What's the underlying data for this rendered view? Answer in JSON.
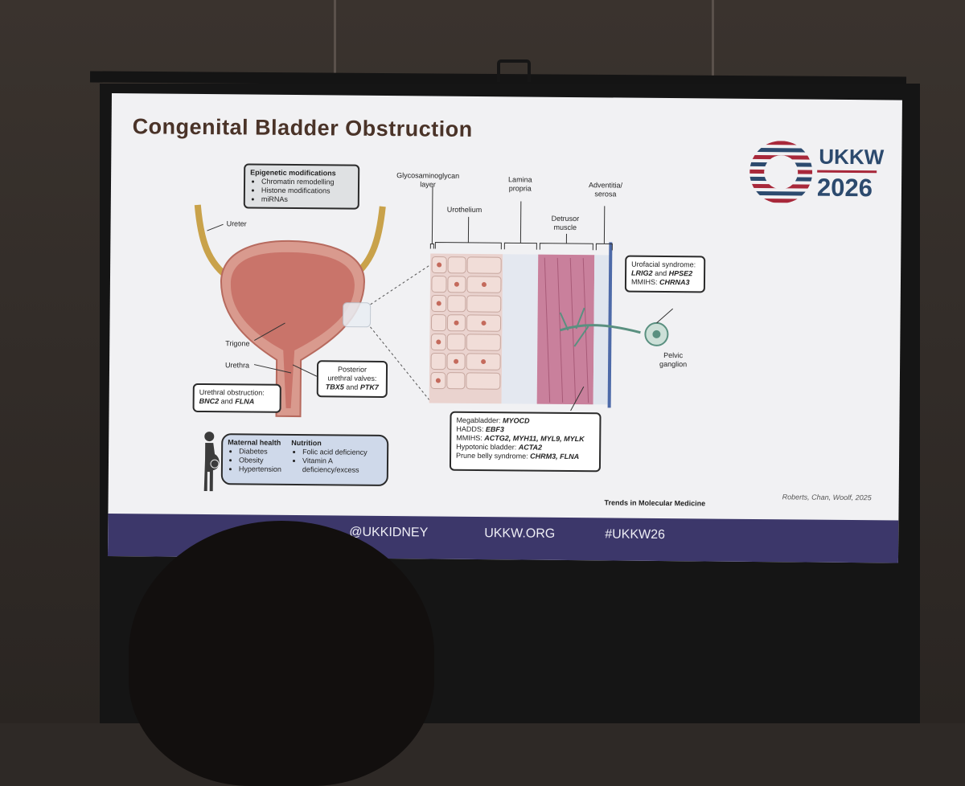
{
  "slide": {
    "title": "Congenital Bladder Obstruction",
    "logo": {
      "top": "UKKW",
      "bottom": "2026"
    },
    "epigenetic": {
      "heading": "Epigenetic modifications",
      "items": [
        "Chromatin remodelling",
        "Histone modifications",
        "miRNAs"
      ]
    },
    "anatomy_labels": {
      "ureter": "Ureter",
      "trigone": "Trigone",
      "urethra": "Urethra"
    },
    "posterior_valves": {
      "line1": "Posterior",
      "line2": "urethral valves:",
      "genes": "TBX5",
      "and": "and",
      "genes2": "PTK7"
    },
    "urethral_obstruction": {
      "line1": "Urethral obstruction:",
      "gene1": "BNC2",
      "and": "and",
      "gene2": "FLNA"
    },
    "maternal": {
      "heading1": "Maternal health",
      "items1": [
        "Diabetes",
        "Obesity",
        "Hypertension"
      ],
      "heading2": "Nutrition",
      "items2": [
        "Folic acid deficiency",
        "Vitamin A deficiency/excess"
      ]
    },
    "layer_labels": {
      "gag": [
        "Glycosaminoglycan",
        "layer"
      ],
      "urothelium": "Urothelium",
      "lamina": [
        "Lamina",
        "propria"
      ],
      "detrusor": [
        "Detrusor",
        "muscle"
      ],
      "adventitia": [
        "Adventitia/",
        "serosa"
      ]
    },
    "urofacial": {
      "line1": "Urofacial syndrome:",
      "gene1": "LRIG2",
      "and": "and",
      "gene2": "HPSE2",
      "line3_label": "MMIHS:",
      "line3_gene": "CHRNA3"
    },
    "pelvic_ganglion": [
      "Pelvic",
      "ganglion"
    ],
    "smooth_muscle": [
      {
        "label": "Megabladder:",
        "genes": "MYOCD"
      },
      {
        "label": "HADDS:",
        "genes": "EBF3"
      },
      {
        "label": "MMIHS:",
        "genes": "ACTG2, MYH11, MYL9, MYLK"
      },
      {
        "label": "Hypotonic bladder:",
        "genes": "ACTA2"
      },
      {
        "label": "Prune belly syndrome:",
        "genes": "CHRM3, FLNA"
      }
    ],
    "journal": "Trends in Molecular Medicine",
    "authors": "Roberts, Chan, Woolf, 2025",
    "footer": {
      "twitter": "@UKKIDNEY",
      "site": "UKKW.ORG",
      "hashtag": "#UKKW26"
    }
  },
  "colors": {
    "footer": "#3c376a",
    "title": "#4a3328",
    "bladder": "#c9746a",
    "ureter": "#c9a24a",
    "logo_navy": "#2c4a6e",
    "logo_red": "#a8283a"
  }
}
